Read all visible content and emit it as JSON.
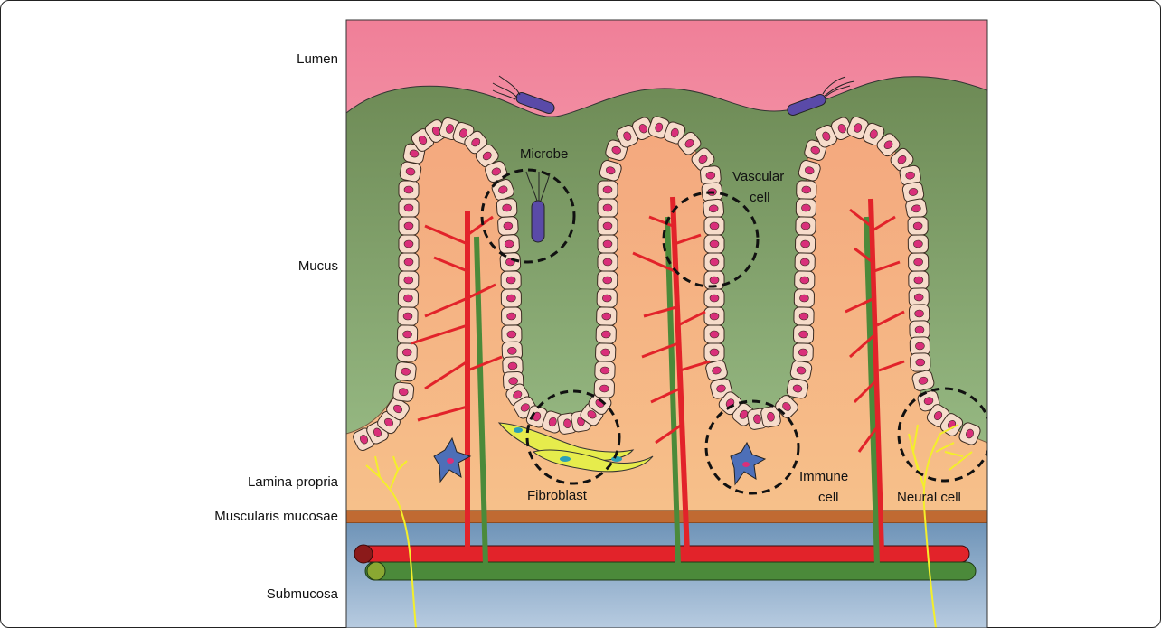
{
  "layers": {
    "lumen": "Lumen",
    "mucus": "Mucus",
    "lamina_propria": "Lamina propria",
    "muscularis_mucosae": "Muscularis mucosae",
    "submucosa": "Submucosa"
  },
  "annotations": {
    "microbe": "Microbe",
    "vascular_cell_line1": "Vascular",
    "vascular_cell_line2": "cell",
    "fibroblast": "Fibroblast",
    "immune_cell_line1": "Immune",
    "immune_cell_line2": "cell",
    "neural_cell": "Neural cell"
  },
  "colors": {
    "lumen_top": "#f07f98",
    "lumen_bottom": "#f9c3c8",
    "mucus_top": "#6d8a55",
    "mucus_bottom": "#9fc28c",
    "lamina_top": "#f4a87e",
    "lamina_bottom": "#f6c08a",
    "muscularis": "#c06a32",
    "submucosa_top": "#6f94b8",
    "submucosa_bottom": "#b7cbe0",
    "vessel_red": "#e2232a",
    "vessel_green": "#4b8a3a",
    "nerve_yellow": "#f4ef2a",
    "microbe_purple": "#5a4aa8",
    "epithelial_cell": "#f6dccb",
    "nucleus": "#d92f7a",
    "immune_cell": "#4d6fb8",
    "fibroblast": "#e6ec4c"
  }
}
